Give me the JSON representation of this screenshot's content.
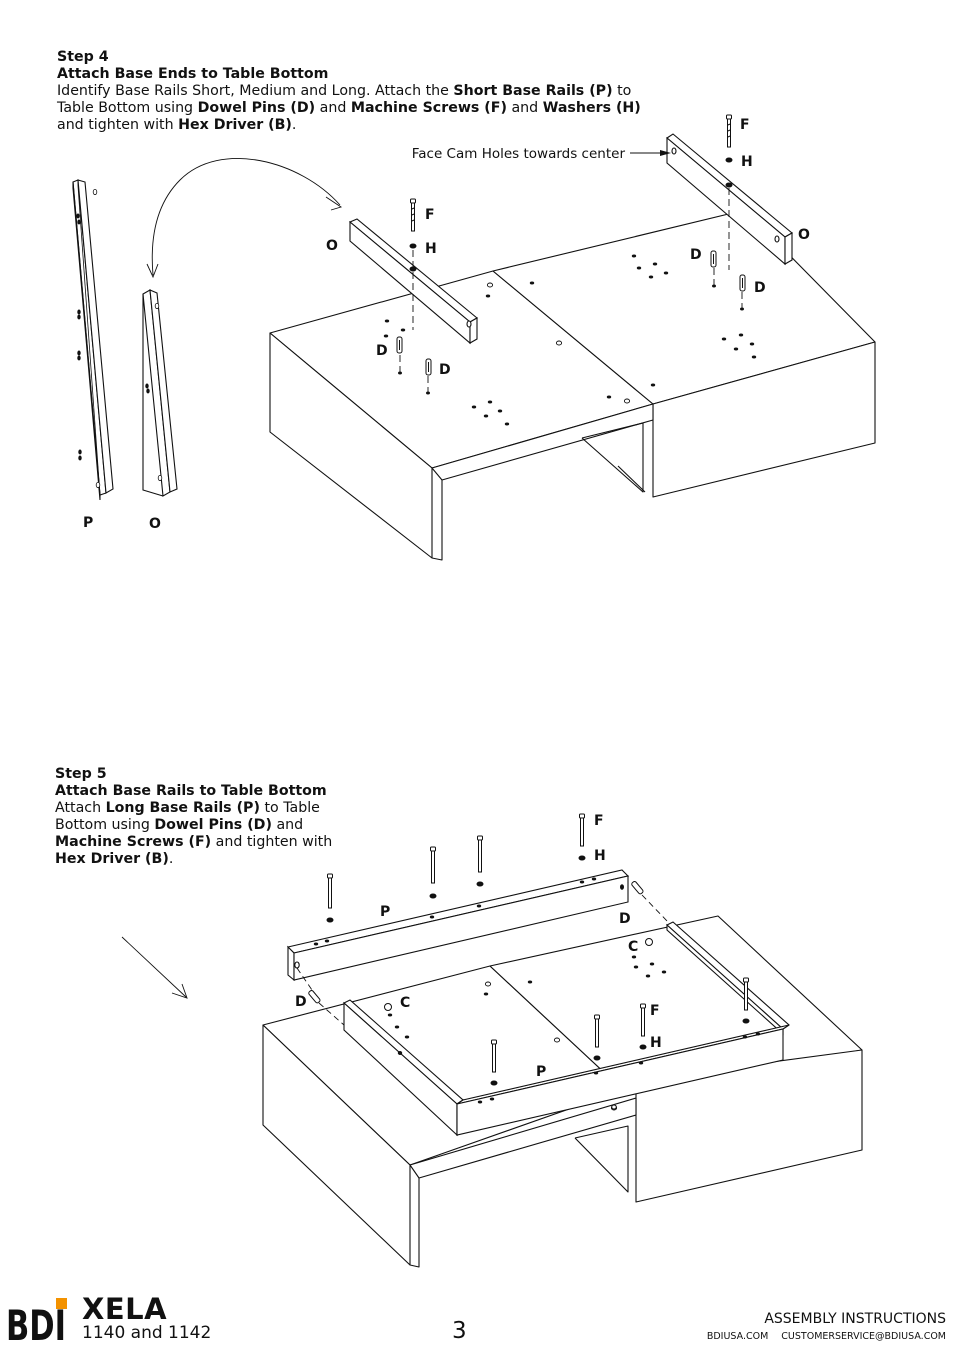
{
  "step4": {
    "number": "Step 4",
    "title": "Attach Base Ends to Table Bottom",
    "body": [
      {
        "t": "Identify Base Rails Short, Medium and Long. Attach the ",
        "b": false
      },
      {
        "t": "Short Base Rails (P)",
        "b": true
      },
      {
        "t": " to Table Bottom using ",
        "b": false
      },
      {
        "t": "Dowel Pins (D)",
        "b": true
      },
      {
        "t": " and ",
        "b": false
      },
      {
        "t": "Machine Screws (F)",
        "b": true
      },
      {
        "t": " and ",
        "b": false
      },
      {
        "t": "Washers (H)",
        "b": true
      },
      {
        "t": " and tighten with ",
        "b": false
      },
      {
        "t": "Hex Driver (B)",
        "b": true
      },
      {
        "t": ".",
        "b": false
      }
    ],
    "callout": "Face Cam Holes towards center",
    "labels": {
      "F": "F",
      "H": "H",
      "O": "O",
      "D": "D",
      "P": "P"
    }
  },
  "step5": {
    "number": "Step 5",
    "title": "Attach Base Rails to Table Bottom",
    "body": [
      {
        "t": "Attach ",
        "b": false
      },
      {
        "t": "Long Base Rails (P)",
        "b": true
      },
      {
        "t": " to Table Bottom using ",
        "b": false
      },
      {
        "t": "Dowel Pins (D)",
        "b": true
      },
      {
        "t": " and ",
        "b": false
      },
      {
        "t": "Machine Screws (F)",
        "b": true
      },
      {
        "t": " and tighten with ",
        "b": false
      },
      {
        "t": "Hex Driver (B)",
        "b": true
      },
      {
        "t": ".",
        "b": false
      }
    ],
    "labels": {
      "F": "F",
      "H": "H",
      "P": "P",
      "D": "D",
      "C": "C"
    }
  },
  "footer": {
    "brand": "BDI",
    "product": "XELA",
    "models": "1140 and 1142",
    "page": "3",
    "doc_type": "ASSEMBLY INSTRUCTIONS",
    "website": "BDIUSA.COM",
    "email": "CUSTOMERSERVICE@BDIUSA.COM",
    "accent_color": "#f39200"
  }
}
